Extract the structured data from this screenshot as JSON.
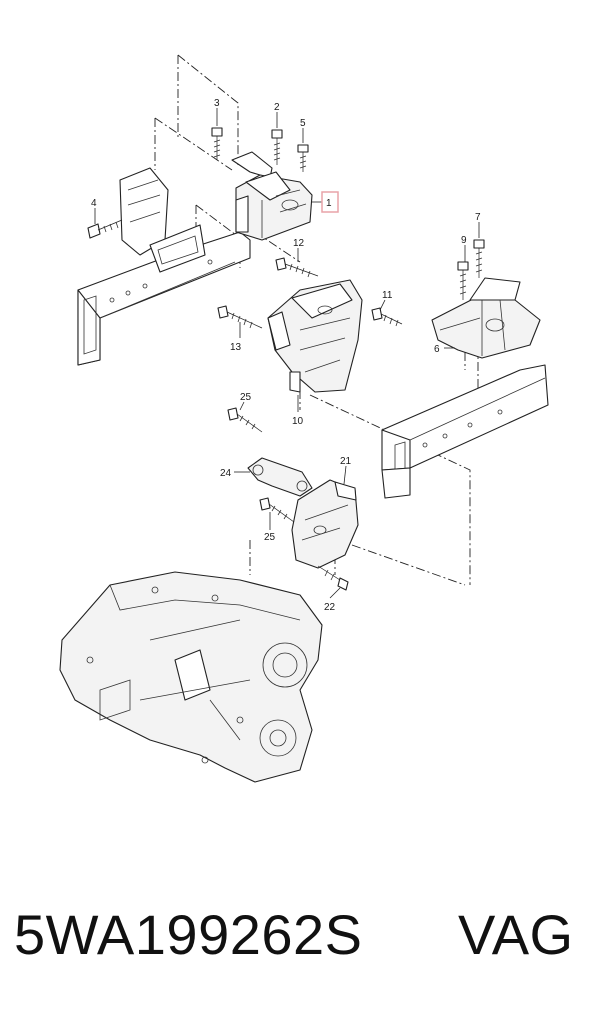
{
  "diagram": {
    "callouts": [
      {
        "id": "c1",
        "label": "1",
        "highlighted": true
      },
      {
        "id": "c2",
        "label": "2"
      },
      {
        "id": "c3",
        "label": "3"
      },
      {
        "id": "c4",
        "label": "4"
      },
      {
        "id": "c5",
        "label": "5"
      },
      {
        "id": "c6",
        "label": "6"
      },
      {
        "id": "c7",
        "label": "7"
      },
      {
        "id": "c9",
        "label": "9"
      },
      {
        "id": "c10",
        "label": "10"
      },
      {
        "id": "c11",
        "label": "11"
      },
      {
        "id": "c12",
        "label": "12"
      },
      {
        "id": "c13",
        "label": "13"
      },
      {
        "id": "c21",
        "label": "21"
      },
      {
        "id": "c22",
        "label": "22"
      },
      {
        "id": "c24",
        "label": "24"
      },
      {
        "id": "c25a",
        "label": "25"
      },
      {
        "id": "c25b",
        "label": "25"
      }
    ],
    "highlight_color": "#e9a3a8"
  },
  "footer": {
    "part_number": "5WA199262S",
    "brand": "VAG"
  }
}
